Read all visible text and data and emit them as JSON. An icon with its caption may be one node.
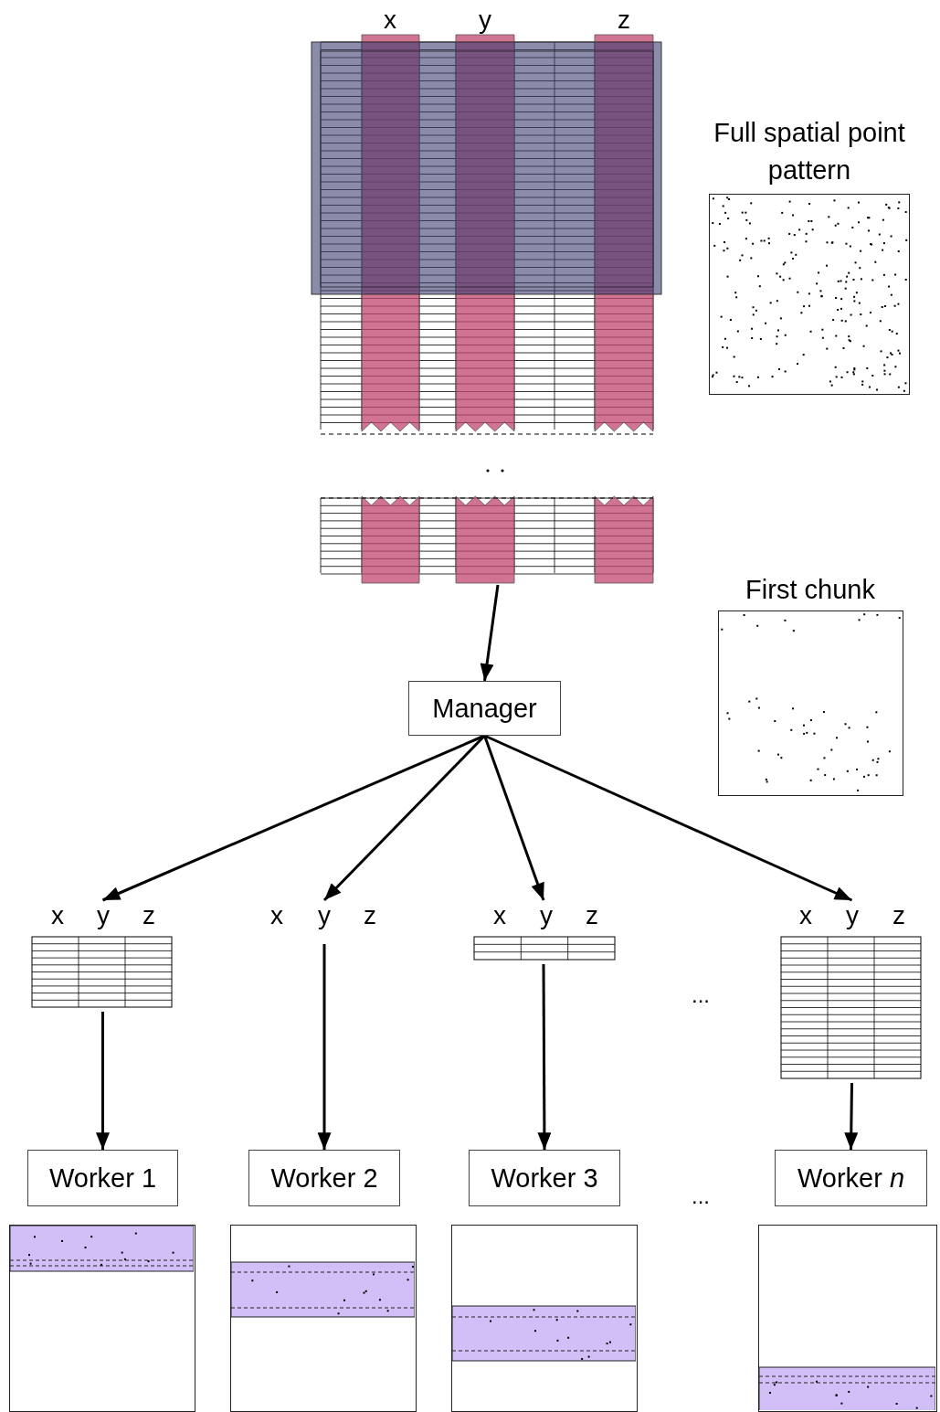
{
  "diagram": {
    "nodes": [
      {
        "text": [
          "x",
          "y",
          "z"
        ]
      },
      {
        "text": [
          "Full spatial point pattern"
        ]
      },
      {
        "text": [
          "First chunk"
        ]
      },
      {
        "text": [
          "Manager"
        ]
      },
      {
        "text": [
          "x",
          "y",
          "z"
        ]
      },
      {
        "text": [
          "x",
          "y",
          "z"
        ]
      },
      {
        "text": [
          "x",
          "y",
          "z"
        ]
      },
      {
        "text": [
          "x",
          "y",
          "z"
        ]
      },
      {
        "text": [
          "Worker 1"
        ]
      },
      {
        "text": [
          "Worker 2"
        ]
      },
      {
        "text": [
          "Worker 3"
        ]
      },
      {
        "text": [
          "Worker *n*"
        ]
      },
      {
        "text": [],
        "shape": "picture"
      },
      {
        "text": [],
        "shape": "picture"
      },
      {
        "text": [],
        "shape": "picture"
      },
      {
        "text": [],
        "shape": "picture"
      }
    ],
    "edges": [
      {
        "from": 0,
        "to": 3,
        "arrow": "to"
      },
      {
        "from": 3,
        "to": 4,
        "arrow": "to"
      },
      {
        "from": 3,
        "to": 5,
        "arrow": "to"
      },
      {
        "from": 3,
        "to": 6,
        "arrow": "to"
      },
      {
        "from": 3,
        "to": 7,
        "arrow": "to"
      },
      {
        "from": 4,
        "to": 8,
        "arrow": "to"
      },
      {
        "from": 5,
        "to": 9,
        "arrow": "to"
      },
      {
        "from": 6,
        "to": 10,
        "arrow": "to"
      },
      {
        "from": 7,
        "to": 11,
        "arrow": "to"
      }
    ],
    "labels": [
      "...",
      "..."
    ]
  }
}
